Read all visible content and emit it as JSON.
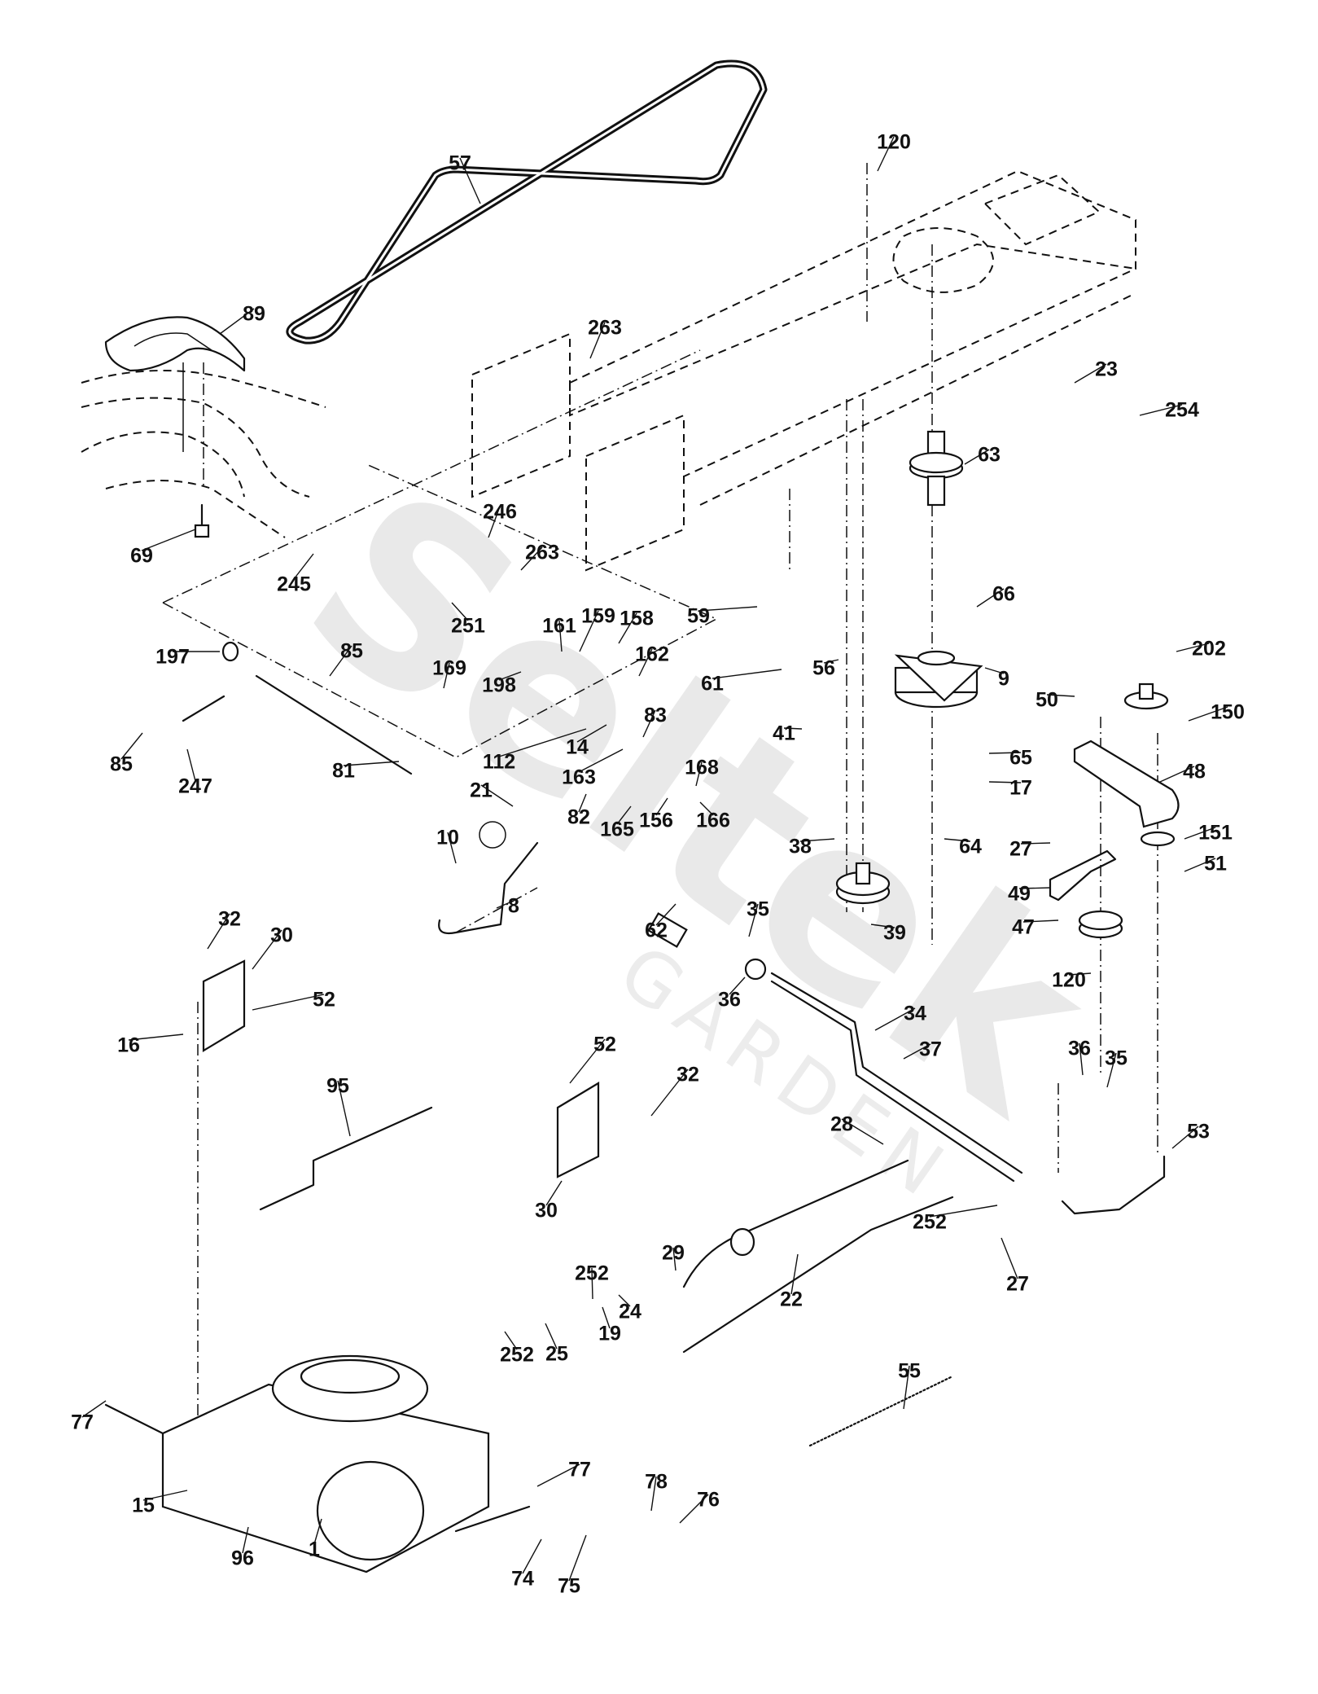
{
  "diagram": {
    "type": "exploded-parts-diagram",
    "subject": "Lawn tractor drive system / transaxle",
    "watermark": {
      "brand": "Seltek",
      "sub": "GARDEN"
    },
    "part_labels": [
      "57",
      "120",
      "89",
      "263",
      "23",
      "254",
      "63",
      "246",
      "263",
      "69",
      "245",
      "66",
      "59",
      "251",
      "161",
      "159",
      "158",
      "197",
      "85",
      "169",
      "198",
      "162",
      "61",
      "9",
      "202",
      "56",
      "50",
      "150",
      "83",
      "41",
      "65",
      "85",
      "14",
      "112",
      "48",
      "247",
      "81",
      "163",
      "168",
      "17",
      "21",
      "151",
      "27",
      "64",
      "38",
      "82",
      "165",
      "156",
      "166",
      "51",
      "10",
      "49",
      "8",
      "35",
      "62",
      "39",
      "47",
      "32",
      "30",
      "52",
      "16",
      "36",
      "120",
      "34",
      "36",
      "35",
      "37",
      "52",
      "32",
      "95",
      "28",
      "53",
      "30",
      "252",
      "29",
      "27",
      "22",
      "252",
      "24",
      "19",
      "25",
      "252",
      "55",
      "77",
      "77",
      "78",
      "76",
      "15",
      "1",
      "96",
      "74",
      "75"
    ]
  }
}
